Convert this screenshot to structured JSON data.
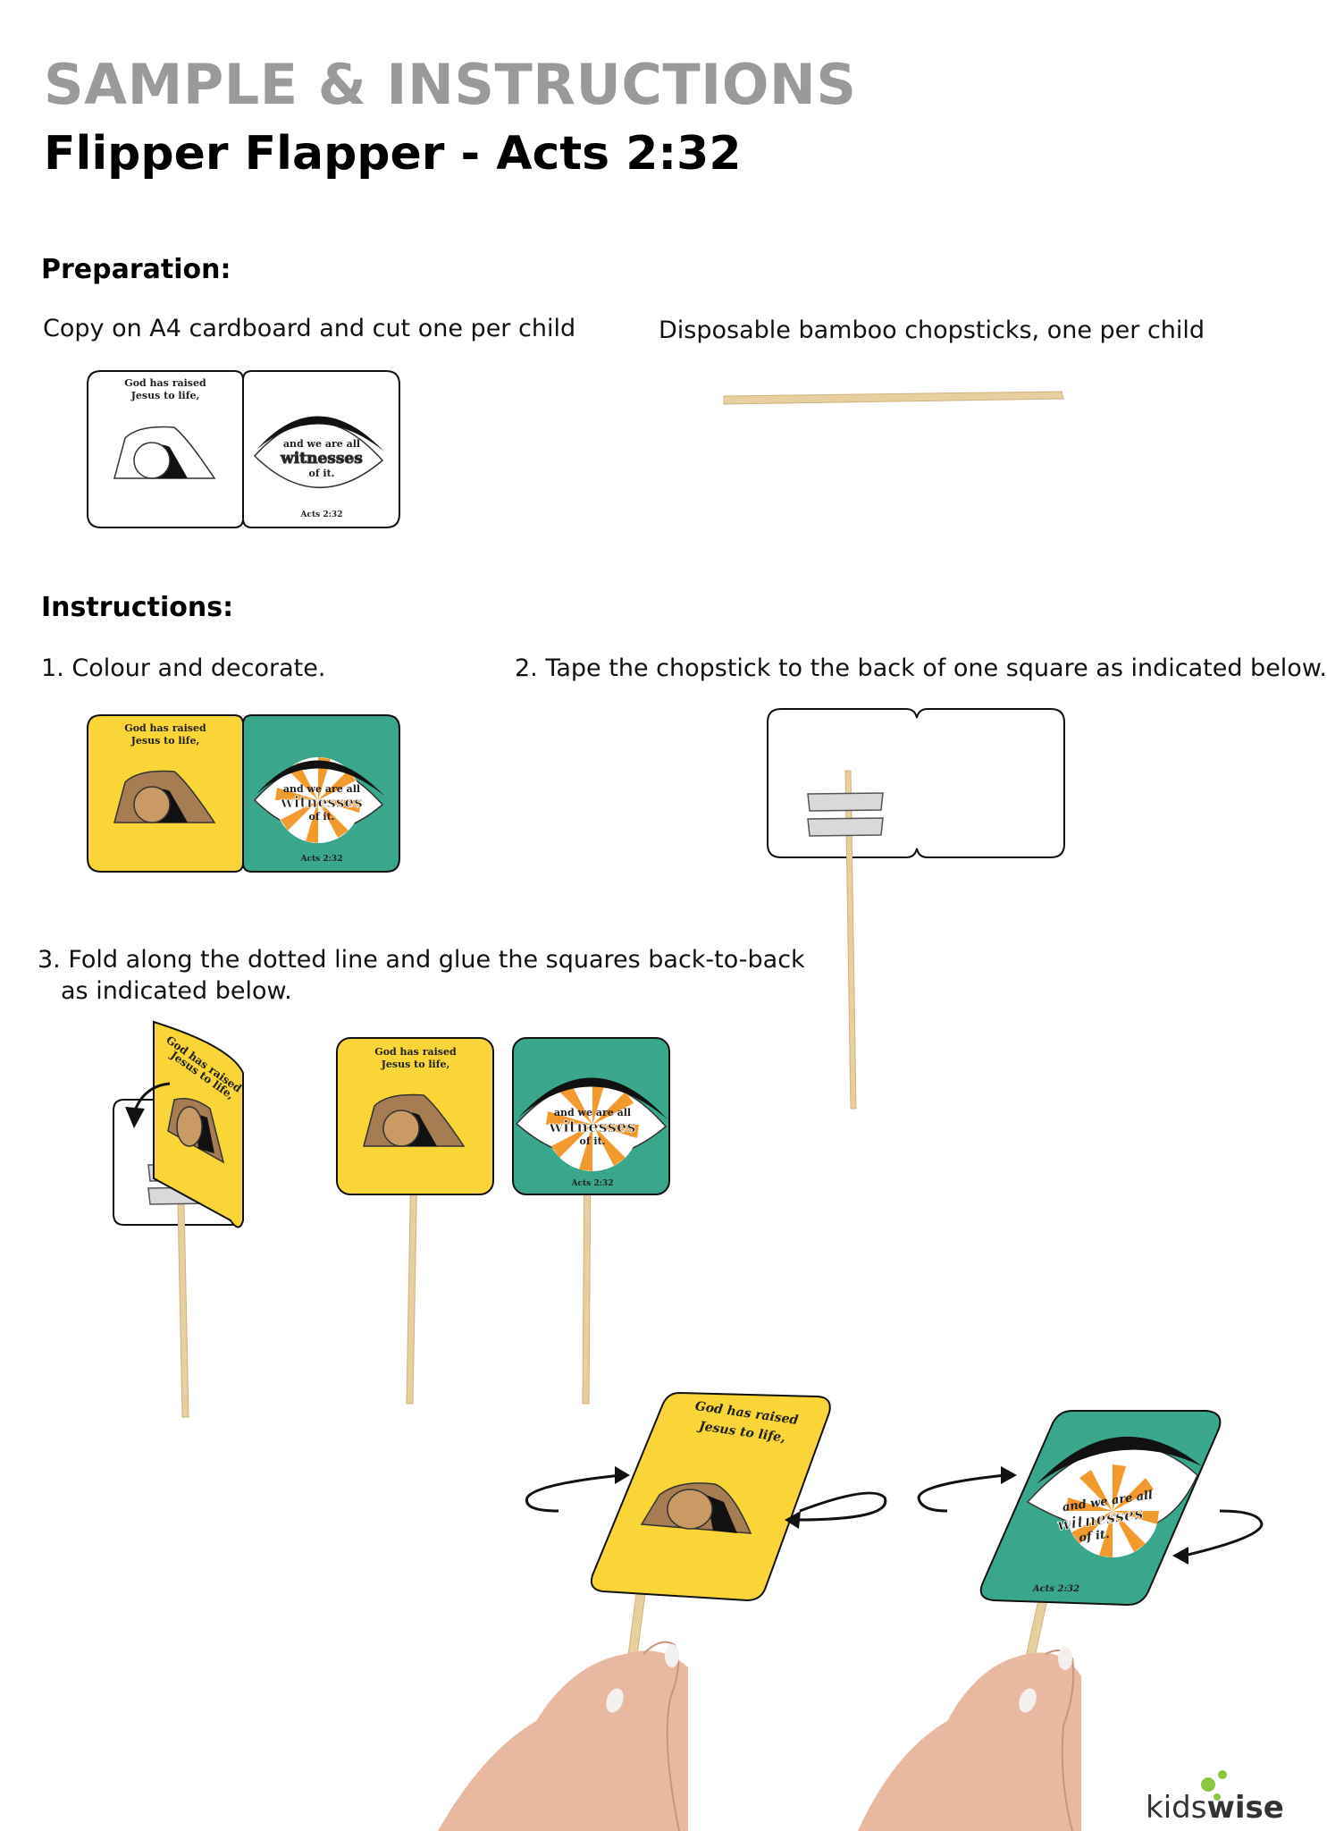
{
  "header": {
    "supertitle": "SAMPLE & INSTRUCTIONS",
    "title": "Flipper Flapper - Acts 2:32"
  },
  "preparation": {
    "heading": "Preparation:",
    "item1": "Copy on A4 cardboard and cut one per child",
    "item2": "Disposable bamboo chopsticks, one per child"
  },
  "instructions": {
    "heading": "Instructions:",
    "step1": "1. Colour and decorate.",
    "step2": "2. Tape the chopstick to the back of one square as indicated below.",
    "step3_line1": "3. Fold along the dotted line and glue the squares back-to-back",
    "step3_line2": "as indicated below."
  },
  "card": {
    "front_line1": "God has raised",
    "front_line2": "Jesus to life,",
    "back_line1": "and we are all",
    "back_word": "witnesses",
    "back_line3": "of it.",
    "reference": "Acts 2:32"
  },
  "brand": {
    "kids": "kids",
    "wise": "wise"
  },
  "colors": {
    "front_yellow": "#f9d537",
    "back_teal": "#3aa68b",
    "tomb_brown": "#a67c52",
    "stone": "#c99a63",
    "ray_orange": "#f29a2e",
    "word_orange": "#e8622a",
    "chopstick": "#e8cfa0",
    "heading_grey": "#9a9a9a",
    "logo_green": "#8dc63f"
  }
}
